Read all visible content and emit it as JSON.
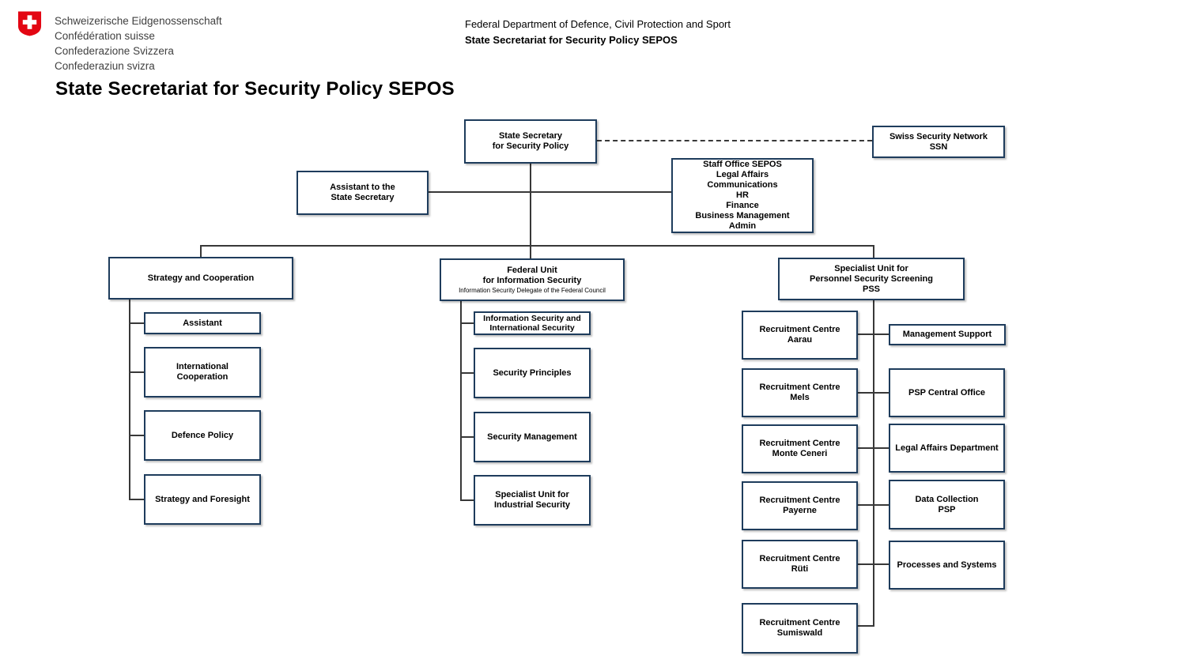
{
  "logo": {
    "lines": [
      "Schweizerische Eidgenossenschaft",
      "Confédération suisse",
      "Confederazione Svizzera",
      "Confederaziun svizra"
    ]
  },
  "header": {
    "department_line": "Federal Department of Defence, Civil Protection and Sport",
    "org_line": "State Secretariat for Security Policy SEPOS"
  },
  "title": "State Secretariat for Security Policy SEPOS",
  "colors": {
    "box_border": "#1e3c5c",
    "connector": "#383838",
    "swiss_red": "#e30613"
  },
  "nodes": {
    "state_secretary": [
      "State Secretary",
      "for Security Policy"
    ],
    "swiss_security_network": [
      "Swiss Security Network",
      "SSN"
    ],
    "assistant_to_state_secretary": [
      "Assistant to the",
      "State Secretary"
    ],
    "staff_office": [
      "Staff Office SEPOS",
      "Legal Affairs",
      "Communications",
      "HR",
      "Finance",
      "Business Management",
      "Admin"
    ],
    "strategy_and_cooperation": [
      "Strategy and Cooperation"
    ],
    "federal_unit_information_security": [
      "Federal Unit",
      "for Information Security"
    ],
    "federal_unit_subtitle": "Information Security Delegate of the Federal Council",
    "specialist_unit_pss": [
      "Specialist Unit for",
      "Personnel Security Screening",
      "PSS"
    ],
    "assistant": [
      "Assistant"
    ],
    "international_cooperation": [
      "International",
      "Cooperation"
    ],
    "defence_policy": [
      "Defence Policy"
    ],
    "strategy_and_foresight": [
      "Strategy and Foresight"
    ],
    "information_security_international": [
      "Information Security and",
      "International Security"
    ],
    "security_principles": [
      "Security Principles"
    ],
    "security_management": [
      "Security Management"
    ],
    "industrial_security": [
      "Specialist Unit for",
      "Industrial Security"
    ],
    "rc_aarau": [
      "Recruitment Centre",
      "Aarau"
    ],
    "rc_mels": [
      "Recruitment Centre",
      "Mels"
    ],
    "rc_monte_ceneri": [
      "Recruitment Centre",
      "Monte Ceneri"
    ],
    "rc_payerne": [
      "Recruitment Centre",
      "Payerne"
    ],
    "rc_ruti": [
      "Recruitment Centre",
      "Rüti"
    ],
    "rc_sumiswald": [
      "Recruitment Centre",
      "Sumiswald"
    ],
    "management_support": [
      "Management Support"
    ],
    "psp_central_office": [
      "PSP Central Office"
    ],
    "legal_affairs_department": [
      "Legal Affairs Department"
    ],
    "data_collection_psp": [
      "Data Collection",
      "PSP"
    ],
    "processes_and_systems": [
      "Processes and Systems"
    ]
  }
}
